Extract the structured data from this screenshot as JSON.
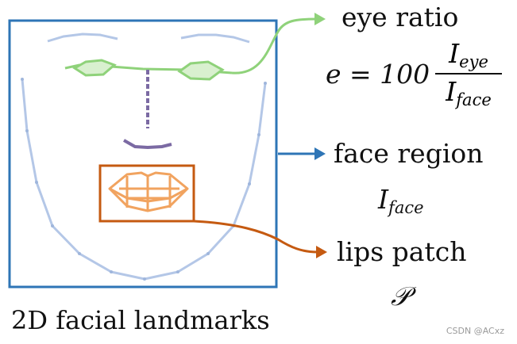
{
  "labels": {
    "eye_ratio": "eye ratio",
    "equation_lhs": "e = 100",
    "eye_numerator": "I",
    "eye_numerator_sub": "eye",
    "face_denominator": "I",
    "face_denominator_sub": "face",
    "face_region": "face region",
    "face_region_symbol": "I",
    "face_region_symbol_sub": "face",
    "lips_patch": "lips patch",
    "lips_patch_symbol": "𝒫",
    "caption": "2D facial landmarks"
  },
  "watermark": "CSDN @ACxz",
  "colors": {
    "face_box": "#2e75b6",
    "eye": "#8fd27a",
    "nose": "#7b6aa3",
    "lips": "#f1a35f",
    "lips_box": "#c55a11",
    "jaw": "#b4c7e7"
  }
}
